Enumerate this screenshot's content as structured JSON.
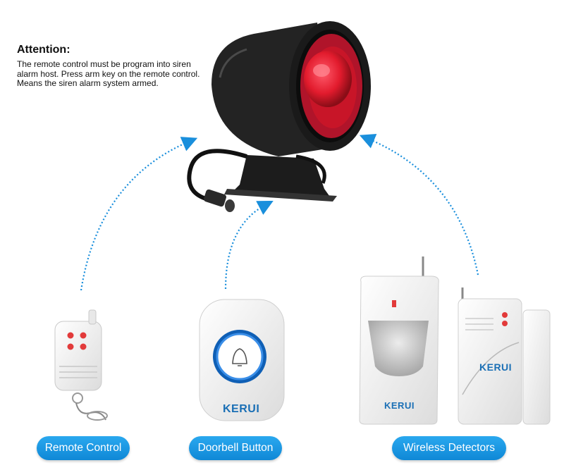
{
  "attention": {
    "title": "Attention:",
    "text": "The remote control must be program into siren alarm host. Press arm key on the remote control. Means the siren alarm system armed."
  },
  "labels": {
    "remote": "Remote Control",
    "doorbell": "Doorbell Button",
    "wireless": "Wireless Detectors"
  },
  "brand": {
    "doorbell": "KERUI",
    "pir": "KERUI",
    "door_sensor": "KERUI"
  },
  "colors": {
    "arrow": "#1a8fdc",
    "pill": "#1596e0",
    "siren_red": "#e21b2d",
    "brand": "#1a6fb5"
  }
}
